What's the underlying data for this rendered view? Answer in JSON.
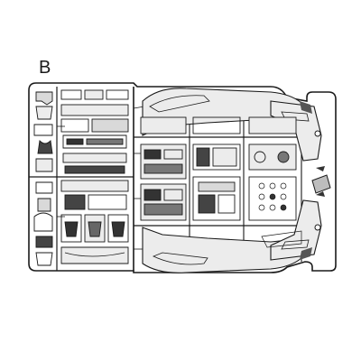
{
  "sprue": {
    "label": "B"
  },
  "colors": {
    "line": "#1a1a1a",
    "plastic_fill": "#d9d9d9",
    "background": "#ffffff"
  },
  "icons": [
    "sprue-frame",
    "fuselage-half-upper",
    "fuselage-half-lower",
    "tailfin",
    "cockpit-parts",
    "gun-panel",
    "wheel-well-parts"
  ]
}
